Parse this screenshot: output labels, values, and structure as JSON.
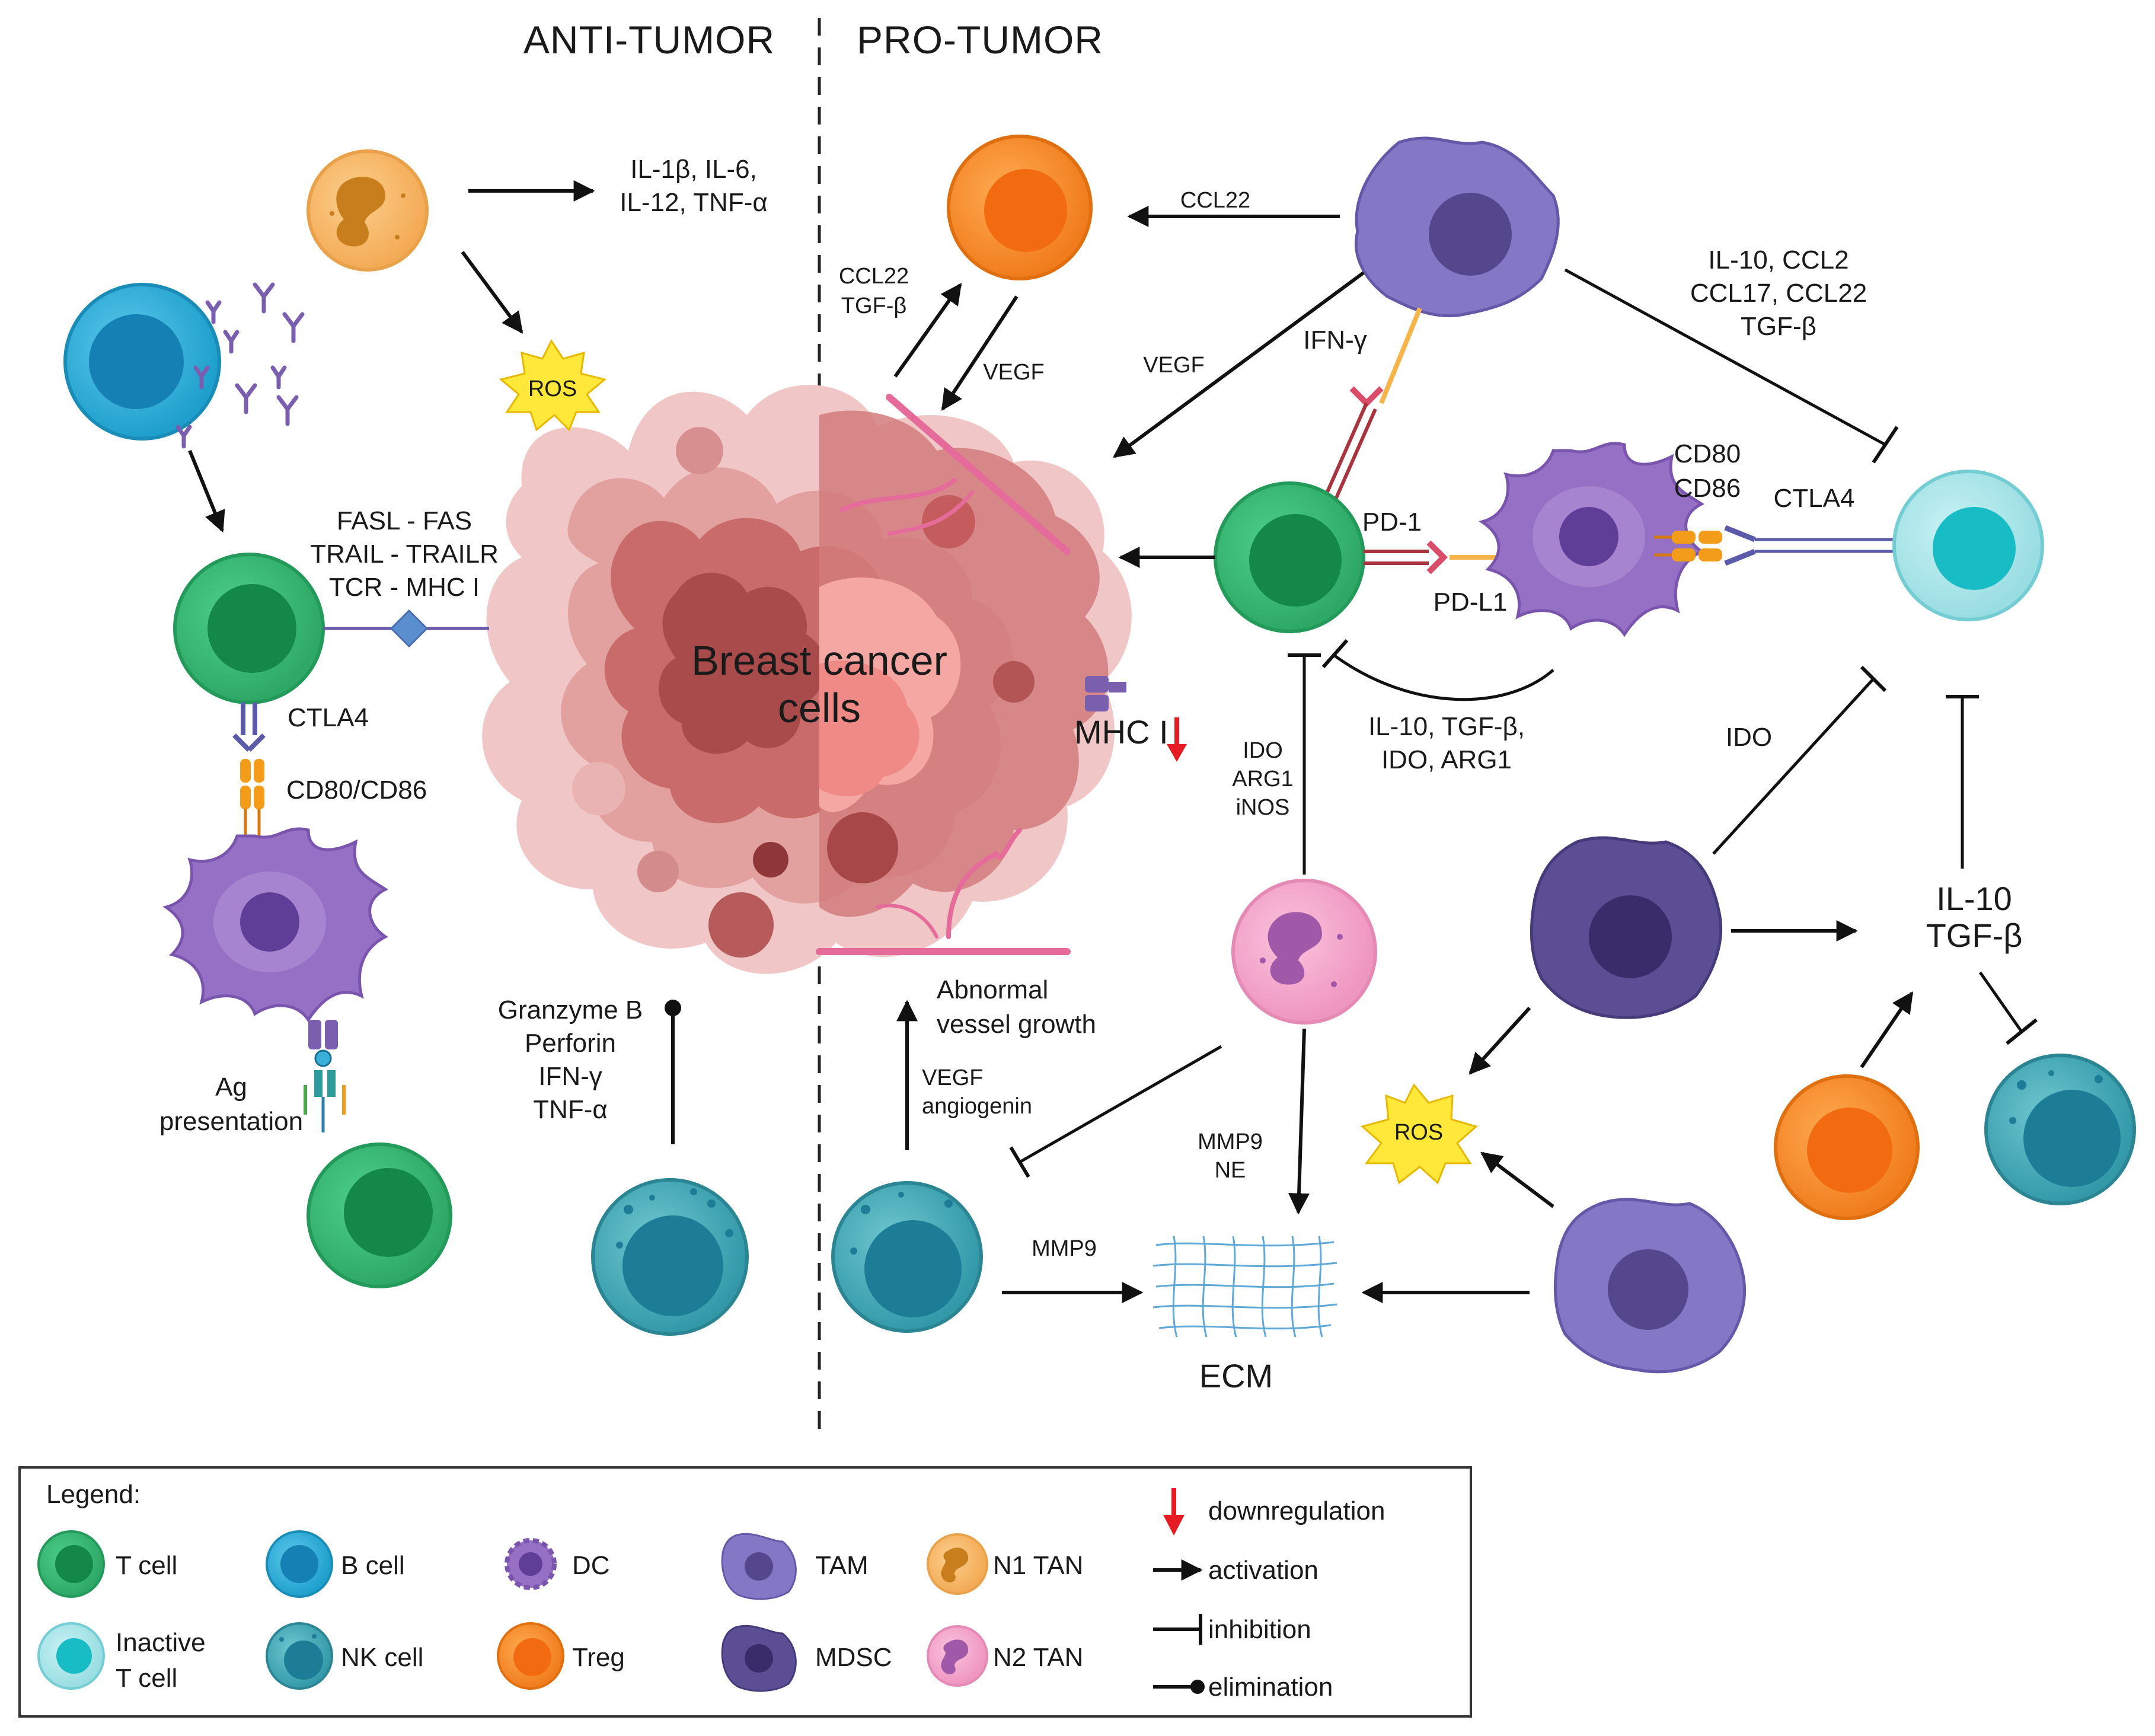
{
  "headers": {
    "anti_tumor": "ANTI-TUMOR",
    "pro_tumor": "PRO-TUMOR"
  },
  "tumor": {
    "line1": "Breast cancer",
    "line2": "cells",
    "mhc": "MHC I"
  },
  "labels": {
    "n1_cytokines_1": "IL-1β, IL-6,",
    "n1_cytokines_2": "IL-12, TNF-α",
    "ros": "ROS",
    "fasl": "FASL - FAS",
    "trail": "TRAIL - TRAILR",
    "tcr": "TCR - MHC I",
    "ctla4_left": "CTLA4",
    "cd80_cd86_left": "CD80/CD86",
    "ag_1": "Ag",
    "ag_2": "presentation",
    "nk_1": "Granzyme B",
    "nk_2": "Perforin",
    "nk_3": "IFN-γ",
    "nk_4": "TNF-α",
    "ccl22_tgf_1": "CCL22",
    "ccl22_tgf_2": "TGF-β",
    "vegf_treg": "VEGF",
    "ccl22_top": "CCL22",
    "vegf_tam": "VEGF",
    "ifng": "IFN-γ",
    "tam_right_1": "IL-10, CCL2",
    "tam_right_2": "CCL17, CCL22",
    "tam_right_3": "TGF-β",
    "cd80": "CD80",
    "cd86": "CD86",
    "ctla4_right": "CTLA4",
    "pd1": "PD-1",
    "pdl1": "PD-L1",
    "dc_inhib_1": "IL-10, TGF-β,",
    "dc_inhib_2": "IDO, ARG1",
    "n2_1": "IDO",
    "n2_2": "ARG1",
    "n2_3": "iNOS",
    "ido": "IDO",
    "il10": "IL-10",
    "tgfb": "TGF-β",
    "abn_1": "Abnormal",
    "abn_2": "vessel growth",
    "vegf_ang_1": "VEGF",
    "vegf_ang_2": "angiogenin",
    "mmp9_ne_1": "MMP9",
    "mmp9_ne_2": "NE",
    "mmp9": "MMP9",
    "ecm": "ECM",
    "ros2": "ROS"
  },
  "legend": {
    "title": "Legend:",
    "t_cell": "T cell",
    "b_cell": "B cell",
    "dc": "DC",
    "tam": "TAM",
    "n1_tan": "N1 TAN",
    "inactive_1": "Inactive",
    "inactive_2": "T cell",
    "nk_cell": "NK cell",
    "treg": "Treg",
    "mdsc": "MDSC",
    "n2_tan": "N2 TAN",
    "downregulation": "downregulation",
    "activation": "activation",
    "inhibition": "inhibition",
    "elimination": "elimination"
  },
  "colors": {
    "t_cell": "#3fb878",
    "b_cell": "#2eaed8",
    "nk_cell": "#3aa6b4",
    "treg": "#f48a2a",
    "tam": "#8478c6",
    "mdsc": "#5c4e94",
    "n1_tan": "#f6b86a",
    "n2_tan": "#f2a3c8",
    "inactive_t": "#a9e6ea",
    "dc": "#9670c4",
    "ros": "#ffe83a",
    "down_arrow": "#e51c23",
    "tumor": "#c46264"
  }
}
